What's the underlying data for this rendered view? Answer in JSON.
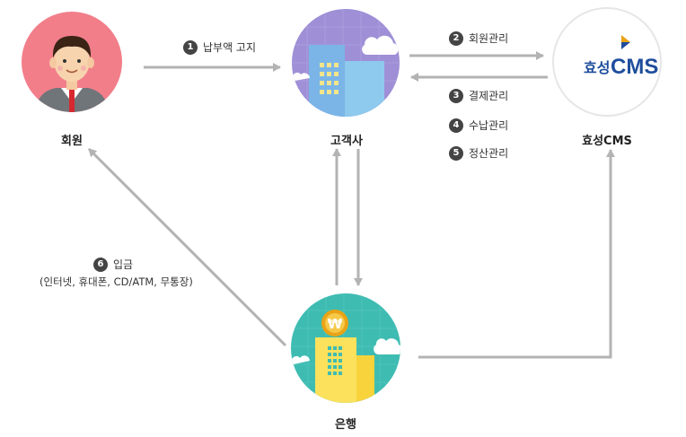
{
  "nodes": {
    "member": "회원",
    "company": "고객사",
    "cms": "효성CMS",
    "bank": "은행"
  },
  "cms_logo": {
    "text_ko": "효성",
    "text_en": "CMS"
  },
  "bank_symbol": "₩",
  "steps": [
    {
      "num": "1",
      "label": "납부액 고지"
    },
    {
      "num": "2",
      "label": "회원관리"
    },
    {
      "num": "3",
      "label": "결제관리"
    },
    {
      "num": "4",
      "label": "수납관리"
    },
    {
      "num": "5",
      "label": "정산관리"
    },
    {
      "num": "6",
      "label": "입금"
    }
  ],
  "step6_detail": "(인터넷, 휴대폰, CD/ATM, 무통장)",
  "colors": {
    "arrow": "#b3b3b3",
    "member_bg": "#f27e8a",
    "company_bg": "#9e8fd6",
    "bank_bg": "#3fbcb2",
    "cms_accent": "#1f4e9c"
  }
}
